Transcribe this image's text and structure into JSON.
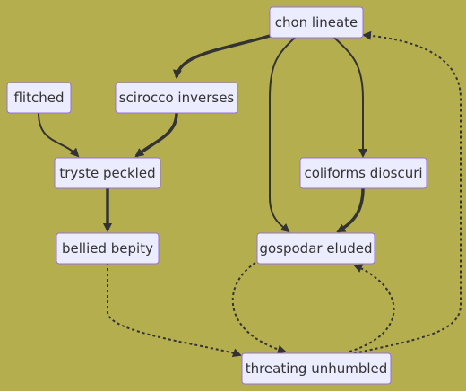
{
  "theme": {
    "background": "#B5AE4F",
    "node_fill": "#ECECFF",
    "node_border": "#9370DB",
    "text_color": "#333333",
    "edge_color": "#333333"
  },
  "nodes": [
    {
      "id": "chon",
      "label": "chon lineate"
    },
    {
      "id": "flitched",
      "label": "flitched"
    },
    {
      "id": "scirocco",
      "label": "scirocco inverses"
    },
    {
      "id": "tryste",
      "label": "tryste peckled"
    },
    {
      "id": "coliforms",
      "label": "coliforms dioscuri"
    },
    {
      "id": "bellied",
      "label": "bellied bepity"
    },
    {
      "id": "gospodar",
      "label": "gospodar eluded"
    },
    {
      "id": "threating",
      "label": "threating unhumbled"
    }
  ],
  "edges": [
    {
      "from": "chon",
      "to": "scirocco",
      "style": "thick"
    },
    {
      "from": "chon",
      "to": "gospodar",
      "style": "normal"
    },
    {
      "from": "chon",
      "to": "coliforms",
      "style": "normal"
    },
    {
      "from": "flitched",
      "to": "tryste",
      "style": "normal"
    },
    {
      "from": "scirocco",
      "to": "tryste",
      "style": "thick"
    },
    {
      "from": "tryste",
      "to": "bellied",
      "style": "thick"
    },
    {
      "from": "coliforms",
      "to": "gospodar",
      "style": "thick"
    },
    {
      "from": "bellied",
      "to": "threating",
      "style": "dotted"
    },
    {
      "from": "gospodar",
      "to": "threating",
      "style": "dotted"
    },
    {
      "from": "threating",
      "to": "gospodar",
      "style": "dotted"
    },
    {
      "from": "threating",
      "to": "chon",
      "style": "dotted"
    }
  ]
}
